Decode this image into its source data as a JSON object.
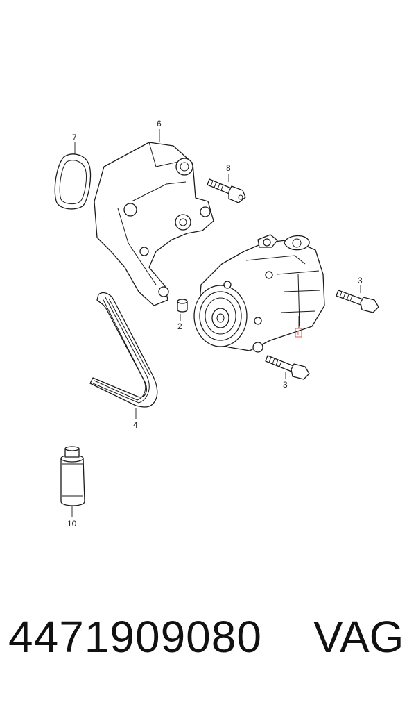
{
  "callouts": {
    "c1": "1",
    "c2": "2",
    "c3a": "3",
    "c3b": "3",
    "c4": "4",
    "c6": "6",
    "c7": "7",
    "c8": "8",
    "c10": "10"
  },
  "footer": {
    "part_number": "4471909080",
    "brand": "VAG"
  },
  "colors": {
    "highlight": "#e0574f",
    "ink": "#1a1a1a"
  }
}
